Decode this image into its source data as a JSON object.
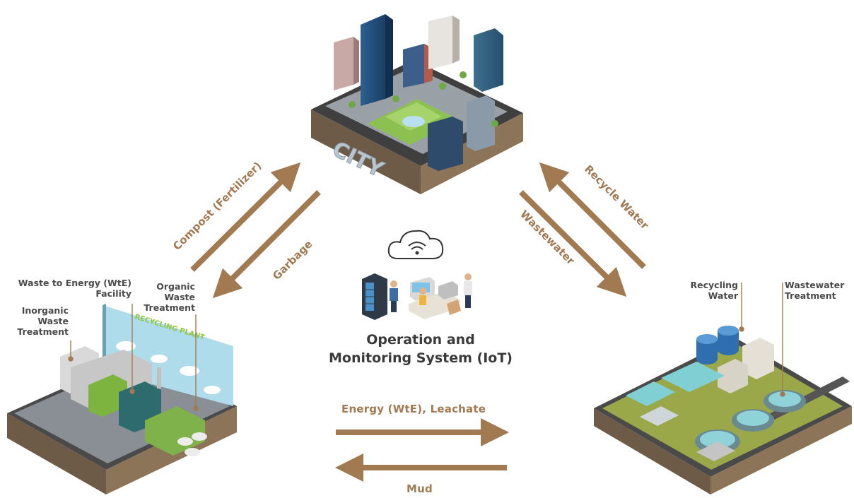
{
  "city": {
    "sign": "CITY"
  },
  "center": {
    "title_line1": "Operation and",
    "title_line2": "Monitoring System (IoT)"
  },
  "flows": {
    "compost": "Compost (Fertilizer)",
    "garbage": "Garbage",
    "wastewater": "Wastewater",
    "recycle_water": "Recycle Water",
    "energy": "Energy (WtE), Leachate",
    "mud": "Mud"
  },
  "waste_plant": {
    "sign": "RECYCLING PLANT",
    "wte_line1": "Waste to Energy (WtE)",
    "wte_line2": "Facility",
    "inorganic_line1": "Inorganic",
    "inorganic_line2": "Waste",
    "inorganic_line3": "Treatment",
    "organic_line1": "Organic",
    "organic_line2": "Waste",
    "organic_line3": "Treatment"
  },
  "water_plant": {
    "recycling_line1": "Recycling",
    "recycling_line2": "Water",
    "wwt_line1": "Wastewater",
    "wwt_line2": "Treatment"
  },
  "colors": {
    "arrow": "#a27a52",
    "label": "#4a4a4a"
  }
}
